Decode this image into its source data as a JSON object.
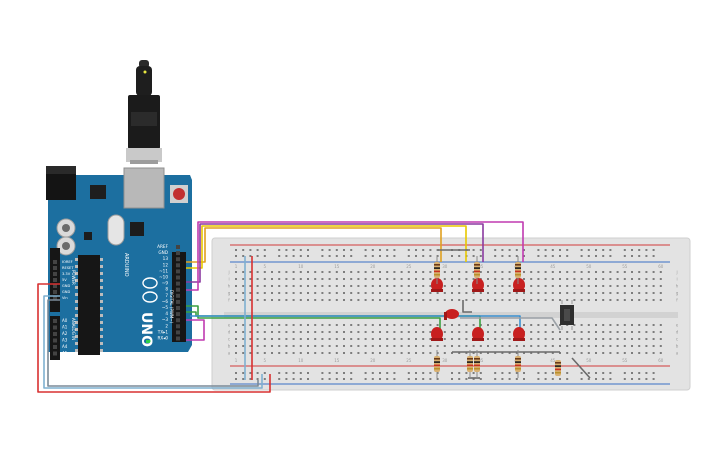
{
  "board": {
    "name": "UNO",
    "brand": "ARDUINO",
    "digital_label": "DIGITAL (PWM~)",
    "power_header_label": "POWER",
    "analog_header_label": "ANALOG IN",
    "top_pins": [
      "AREF",
      "GND",
      "13",
      "12",
      "~11",
      "~10",
      "~9",
      "8",
      "7",
      "~6",
      "~5",
      "4",
      "~3",
      "2",
      "TX▸1",
      "RX◂0"
    ],
    "power_pins": [
      "IOREF",
      "RESET",
      "3.3V",
      "5V",
      "GND",
      "GND",
      "Vin"
    ],
    "analog_pins": [
      "A0",
      "A1",
      "A2",
      "A3",
      "A4",
      "A5"
    ],
    "tx_rx": [
      "TX",
      "RX"
    ],
    "color": "#1c6fa0"
  },
  "breadboard": {
    "column_numbers": [
      "1",
      "5",
      "10",
      "15",
      "20",
      "25",
      "30",
      "35",
      "40",
      "45",
      "50",
      "55",
      "60"
    ],
    "row_letters_top": [
      "j",
      "i",
      "h",
      "g",
      "f"
    ],
    "row_letters_bottom": [
      "e",
      "d",
      "c",
      "b",
      "a"
    ]
  },
  "components": {
    "leds": [
      "led-1",
      "led-2",
      "led-3",
      "led-4",
      "led-5",
      "led-6",
      "led-7"
    ],
    "resistors": [
      "resistor-1",
      "resistor-2",
      "resistor-3",
      "resistor-4",
      "resistor-5",
      "resistor-6",
      "resistor-7"
    ],
    "button": "pushbutton"
  },
  "colors": {
    "wire_orange": "#e0a020",
    "wire_yellow": "#e8c800",
    "wire_purple": "#8a3aa0",
    "wire_magenta": "#c03ab0",
    "wire_green": "#3aa040",
    "wire_blue": "#3a8fd0",
    "wire_red": "#d83030",
    "wire_gray": "#7a8a98",
    "led_red": "#c82020",
    "board_blue": "#1c6fa0"
  }
}
